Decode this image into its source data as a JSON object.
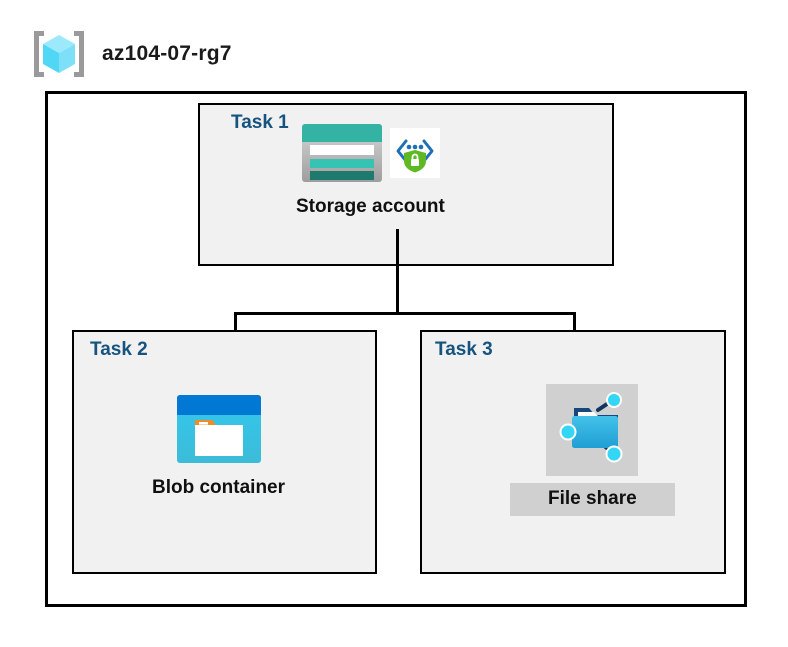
{
  "header": {
    "resource_group_name": "az104-07-rg7",
    "icon": "resource-group-cube-icon"
  },
  "diagram": {
    "type": "azure-architecture-diagram",
    "container_label": "az104-07-rg7",
    "tasks": [
      {
        "id": "task1",
        "label": "Task 1",
        "node_caption": "Storage account",
        "icons": [
          "storage-account-icon",
          "secure-endpoint-shield-icon"
        ],
        "highlighted": false
      },
      {
        "id": "task2",
        "label": "Task 2",
        "node_caption": "Blob container",
        "icons": [
          "blob-container-icon"
        ],
        "highlighted": false
      },
      {
        "id": "task3",
        "label": "Task 3",
        "node_caption": "File share",
        "icons": [
          "file-share-folder-icon"
        ],
        "highlighted": true
      }
    ],
    "connections": [
      {
        "from": "Storage account",
        "to": "Blob container"
      },
      {
        "from": "Storage account",
        "to": "File share"
      }
    ]
  },
  "colors": {
    "task_label": "#16537e",
    "task_box_fill": "#f1f1f1",
    "border": "#000000",
    "storage_teal": "#32b3a4",
    "storage_teal_dark": "#1f7a6e",
    "blob_blue": "#0078d4",
    "blob_cyan": "#32c8ee",
    "blob_orange": "#f08c28",
    "fileshare_blue": "#32b1e0",
    "node_cyan": "#33d6f5",
    "shield_green": "#5fb924",
    "bracket_gray": "#9a9a9a",
    "cube_cyan": "#6fe3fb",
    "highlight_gray": "#d0d0d0"
  }
}
